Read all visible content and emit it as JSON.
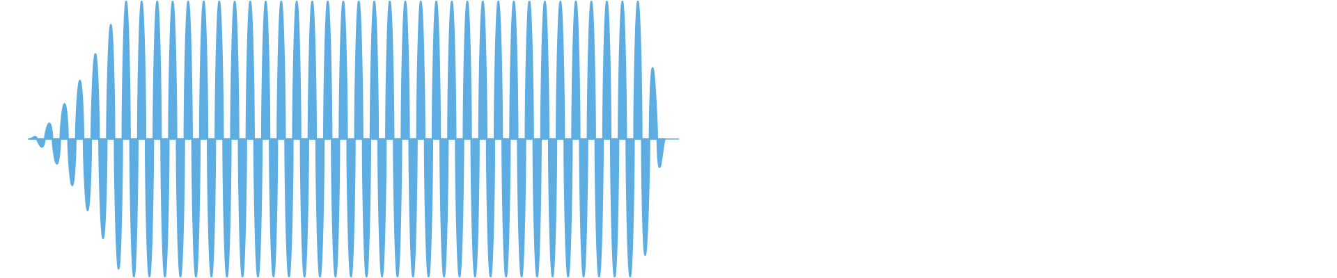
{
  "waveform": {
    "color": "#5DADE2",
    "background": "#FFFFFF",
    "cycles": 41,
    "attack_cycles": 6,
    "release_cycles": 1.5,
    "peak_amplitude_fraction": 1.0
  }
}
